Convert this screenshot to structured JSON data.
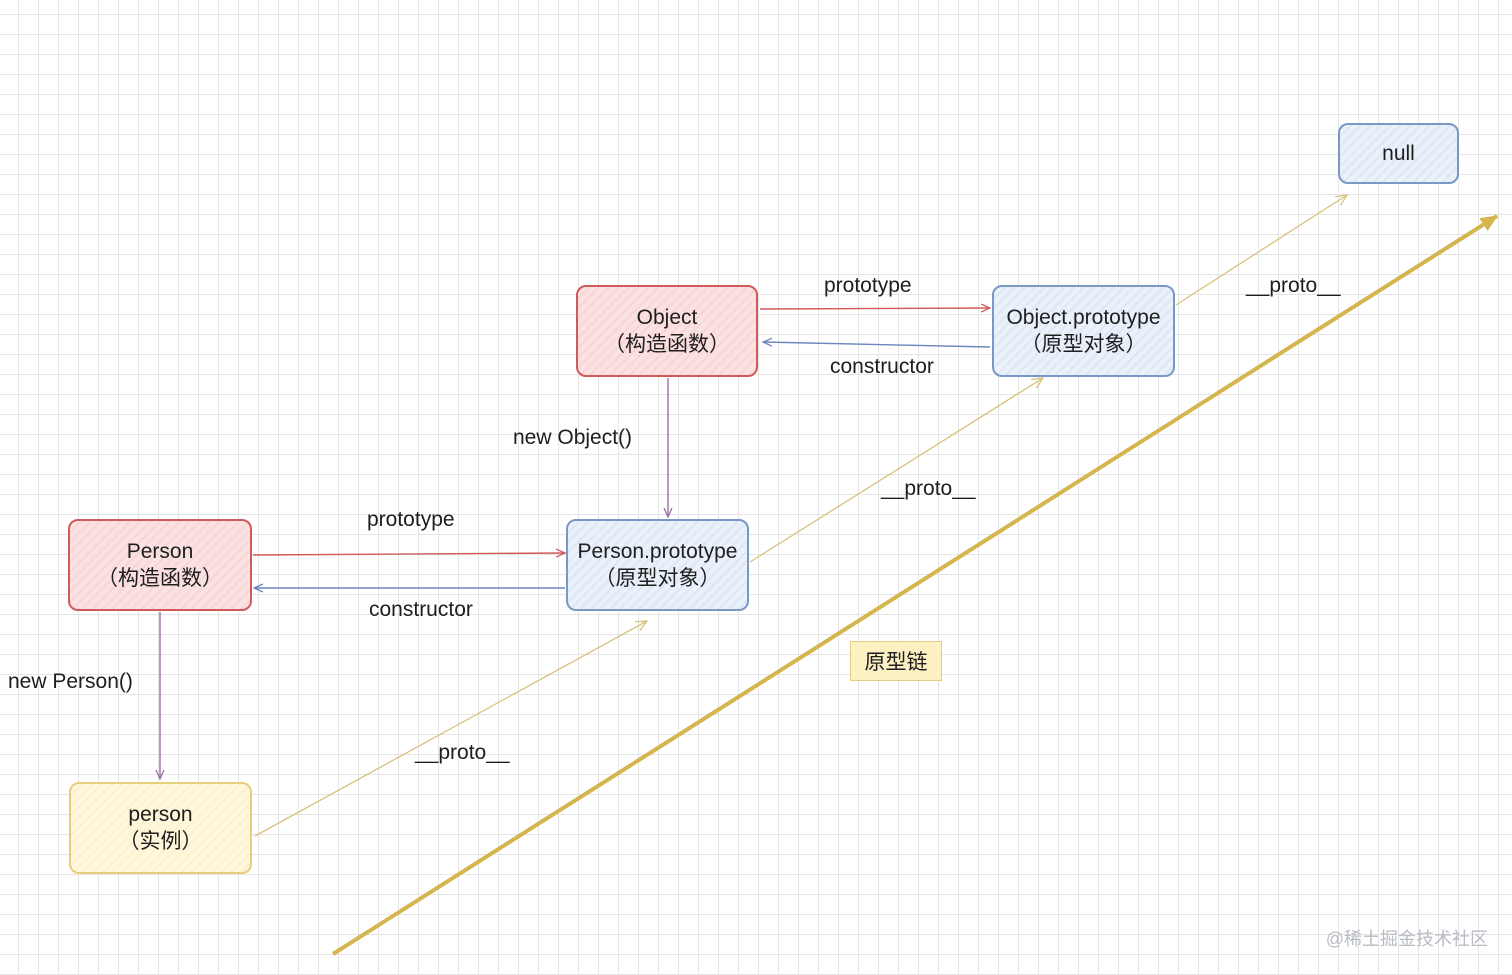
{
  "nodes": {
    "object_ctor": {
      "line1": "Object",
      "line2": "（构造函数）"
    },
    "object_proto": {
      "line1": "Object.prototype",
      "line2": "（原型对象）"
    },
    "null_node": {
      "line1": "null"
    },
    "person_ctor": {
      "line1": "Person",
      "line2": "（构造函数）"
    },
    "person_proto": {
      "line1": "Person.prototype",
      "line2": "（原型对象）"
    },
    "person_instance": {
      "line1": "person",
      "line2": "（实例）"
    }
  },
  "edge_labels": {
    "object_prototype": "prototype",
    "object_constructor": "constructor",
    "new_object": "new Object()",
    "person_prototype": "prototype",
    "person_constructor": "constructor",
    "new_person": "new Person()",
    "proto_instance": "__proto__",
    "proto_person_prototype": "__proto__",
    "proto_object_prototype": "__proto__"
  },
  "chain_label": "原型链",
  "watermark": "@稀土掘金技术社区",
  "colors": {
    "constructor_fill": "#fbe2e2",
    "constructor_border": "#d05a5a",
    "prototype_fill": "#eaf1fa",
    "prototype_border": "#7a98c6",
    "instance_fill": "#fff7dc",
    "instance_border": "#e7cf7a",
    "prototype_arrow": "#d05a5a",
    "constructor_arrow": "#6b86bd",
    "new_arrow": "#9a72a6",
    "proto_arrow": "#d8c17a",
    "chain_arrow": "#d4b54e"
  }
}
